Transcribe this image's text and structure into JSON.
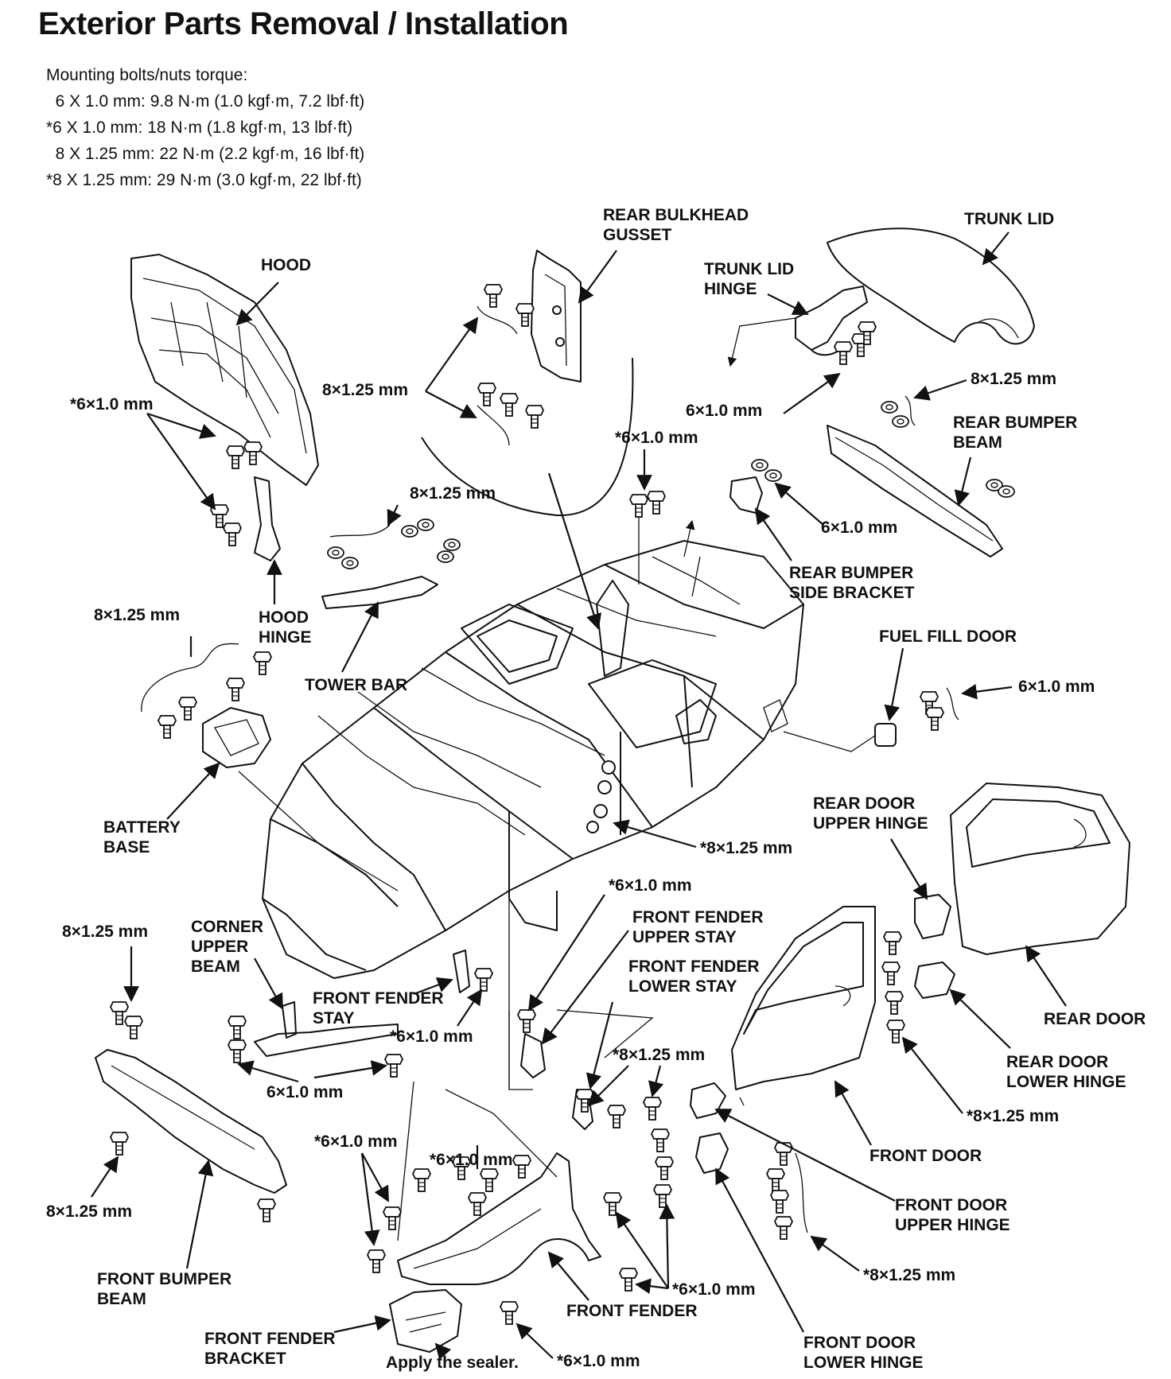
{
  "title": "Exterior Parts Removal / Installation",
  "torque": {
    "heading": "Mounting bolts/nuts torque:",
    "rows": [
      "  6 X 1.0 mm: 9.8 N·m (1.0 kgf·m, 7.2 lbf·ft)",
      "*6 X 1.0 mm: 18 N·m (1.8 kgf·m, 13 lbf·ft)",
      "  8 X 1.25 mm: 22 N·m (2.2 kgf·m, 16 lbf·ft)",
      "*8 X 1.25 mm: 29 N·m (3.0 kgf·m, 22 lbf·ft)"
    ]
  },
  "labels": {
    "hood": "HOOD",
    "rear_bulkhead_gusset_1": "REAR BULKHEAD",
    "rear_bulkhead_gusset_2": "GUSSET",
    "trunk_lid": "TRUNK LID",
    "trunk_lid_hinge_1": "TRUNK LID",
    "trunk_lid_hinge_2": "HINGE",
    "rear_bumper_beam_1": "REAR BUMPER",
    "rear_bumper_beam_2": "BEAM",
    "rear_bumper_side_bracket_1": "REAR BUMPER",
    "rear_bumper_side_bracket_2": "SIDE BRACKET",
    "fuel_fill_door": "FUEL FILL DOOR",
    "hood_hinge_1": "HOOD",
    "hood_hinge_2": "HINGE",
    "tower_bar": "TOWER BAR",
    "battery_base_1": "BATTERY",
    "battery_base_2": "BASE",
    "rear_door_upper_hinge_1": "REAR DOOR",
    "rear_door_upper_hinge_2": "UPPER HINGE",
    "rear_door": "REAR DOOR",
    "rear_door_lower_hinge_1": "REAR DOOR",
    "rear_door_lower_hinge_2": "LOWER HINGE",
    "front_fender_upper_stay_1": "FRONT FENDER",
    "front_fender_upper_stay_2": "UPPER STAY",
    "front_fender_lower_stay_1": "FRONT FENDER",
    "front_fender_lower_stay_2": "LOWER STAY",
    "corner_upper_beam_1": "CORNER",
    "corner_upper_beam_2": "UPPER",
    "corner_upper_beam_3": "BEAM",
    "front_fender_stay_1": "FRONT FENDER",
    "front_fender_stay_2": "STAY",
    "front_door": "FRONT DOOR",
    "front_door_upper_hinge_1": "FRONT DOOR",
    "front_door_upper_hinge_2": "UPPER HINGE",
    "front_door_lower_hinge_1": "FRONT DOOR",
    "front_door_lower_hinge_2": "LOWER HINGE",
    "front_bumper_beam_1": "FRONT BUMPER",
    "front_bumper_beam_2": "BEAM",
    "front_fender": "FRONT FENDER",
    "front_fender_bracket_1": "FRONT FENDER",
    "front_fender_bracket_2": "BRACKET",
    "apply_sealer": "Apply the sealer."
  },
  "specs": {
    "s8x125": "8×1.25 mm",
    "s6x10": "6×1.0 mm",
    "s6x10_star": "*6×1.0 mm",
    "s8x125_star": "*8×1.25 mm"
  }
}
